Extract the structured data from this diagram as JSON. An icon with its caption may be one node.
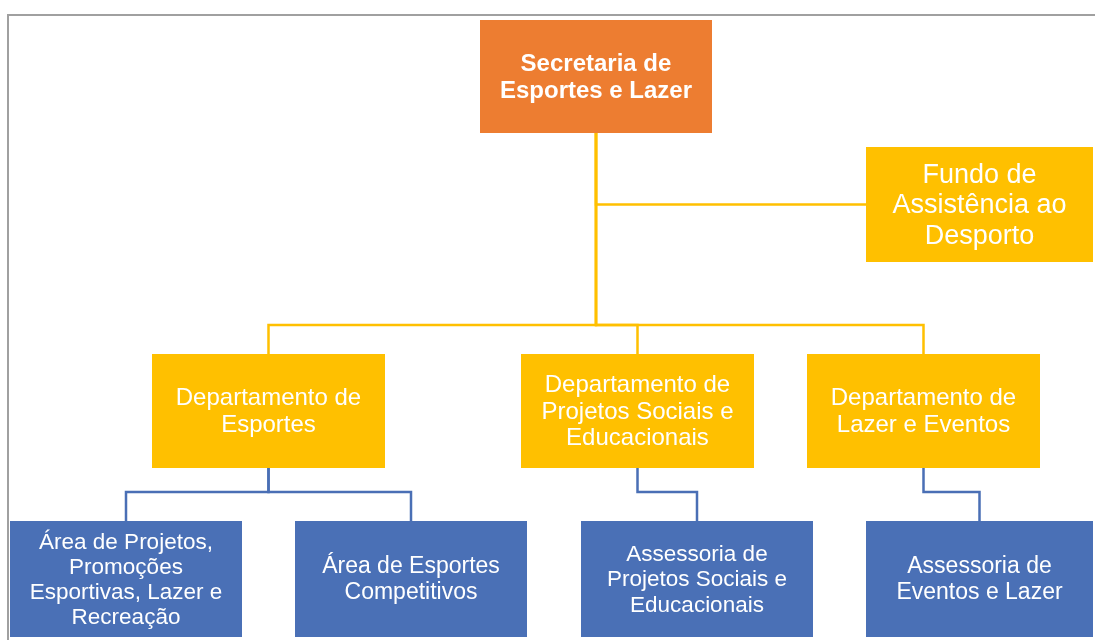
{
  "diagram": {
    "nodes": [
      {
        "text": [
          "Secretaria de Esportes e Lazer"
        ]
      },
      {
        "text": [
          "Fundo de Assistência ao Desporto"
        ]
      },
      {
        "text": [
          "Departamento de Esportes"
        ]
      },
      {
        "text": [
          "Departamento de Projetos Sociais e Educacionais"
        ]
      },
      {
        "text": [
          "Departamento de Lazer e Eventos"
        ]
      },
      {
        "text": [
          "Área de Projetos, Promoções Esportivas, Lazer e Recreação"
        ]
      },
      {
        "text": [
          "Área de Esportes Competitivos"
        ]
      },
      {
        "text": [
          "Assessoria de Projetos Sociais e Educacionais"
        ]
      },
      {
        "text": [
          "Assessoria de Eventos e Lazer"
        ]
      }
    ],
    "edges": [
      {
        "from": 0,
        "to": 1,
        "arrow": "none"
      },
      {
        "from": 0,
        "to": 2,
        "arrow": "none"
      },
      {
        "from": 0,
        "to": 3,
        "arrow": "none"
      },
      {
        "from": 0,
        "to": 4,
        "arrow": "none"
      },
      {
        "from": 2,
        "to": 5,
        "arrow": "none",
        "color": "#4a6fb5"
      },
      {
        "from": 2,
        "to": 6,
        "arrow": "none",
        "color": "#4a6fb5"
      },
      {
        "from": 3,
        "to": 7,
        "arrow": "none",
        "color": "#4a6fb5"
      },
      {
        "from": 4,
        "to": 8,
        "arrow": "none",
        "color": "#4a6fb5"
      }
    ]
  }
}
